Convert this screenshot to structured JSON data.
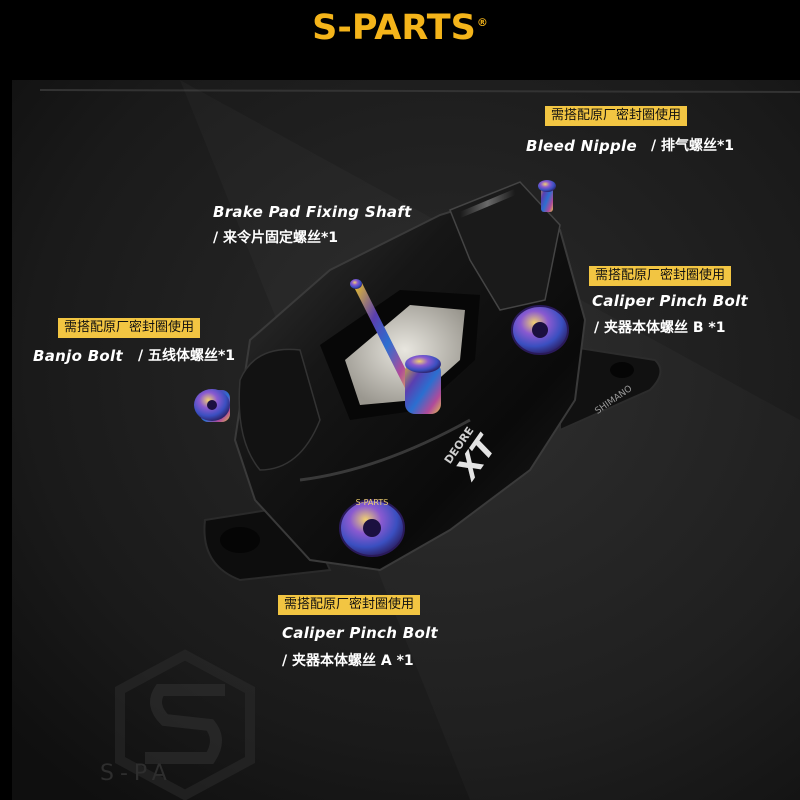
{
  "brand": {
    "name": "S-PARTS",
    "mark": "®"
  },
  "callouts": {
    "bleed_nipple": {
      "tag": "需搭配原厂密封圈使用",
      "en": "Bleed Nipple",
      "cn": "/ 排气螺丝*1"
    },
    "brake_pad_shaft": {
      "en": "Brake Pad Fixing Shaft",
      "cn": "/ 来令片固定螺丝*1"
    },
    "pinch_bolt_b": {
      "tag": "需搭配原厂密封圈使用",
      "en": "Caliper Pinch Bolt",
      "cn": "/ 夹器本体螺丝 B *1"
    },
    "banjo_bolt": {
      "tag": "需搭配原厂密封圈使用",
      "en": "Banjo Bolt",
      "cn": "/ 五线体螺丝*1"
    },
    "pinch_bolt_a": {
      "tag": "需搭配原厂密封圈使用",
      "en": "Caliper Pinch Bolt",
      "cn": "/ 夹器本体螺丝 A *1"
    }
  },
  "product_marks": {
    "series": "DEORE",
    "model": "XT",
    "maker": "SHIMANO",
    "bolt_text": "S-PARTS",
    "box_text": "S-PA"
  },
  "colors": {
    "brand": "#f4b41a",
    "tag_bg": "#f2c542",
    "background": "#000000",
    "box": "#1c1c1c"
  }
}
